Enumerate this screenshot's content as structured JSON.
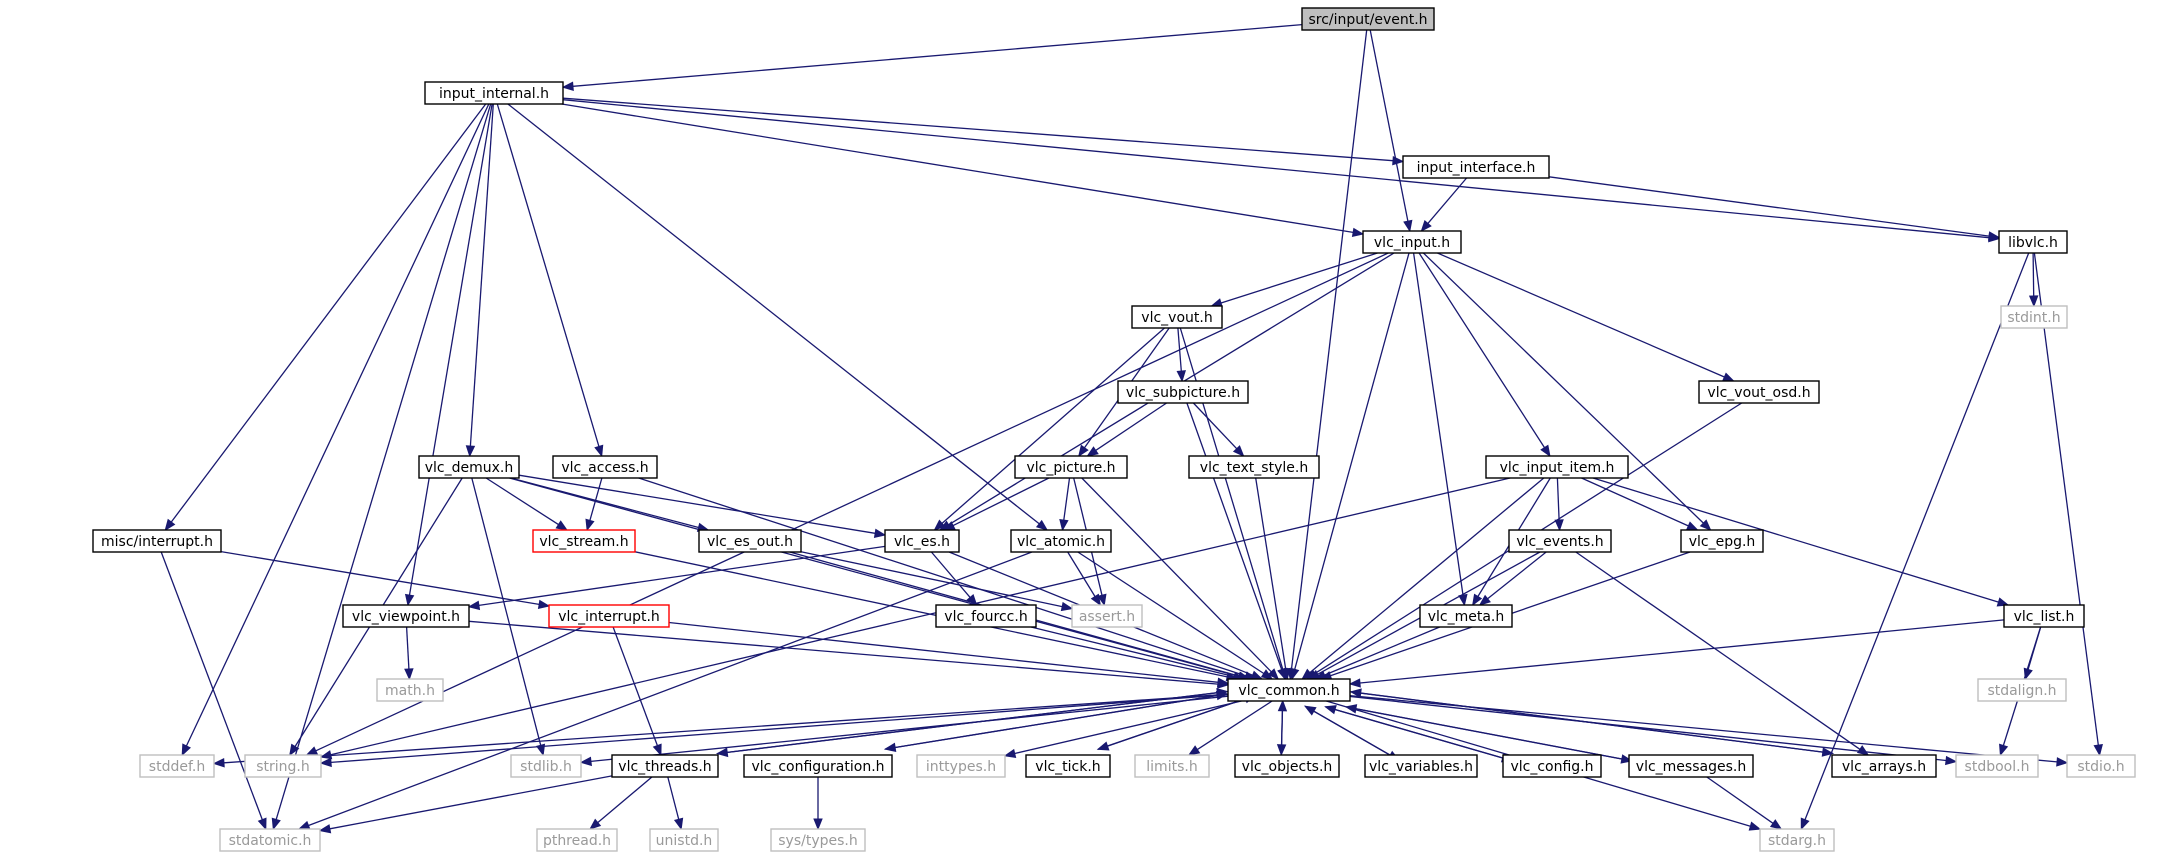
{
  "diagram": {
    "nodes": [
      {
        "id": "event",
        "label": "src/input/event.h",
        "style": "root"
      },
      {
        "id": "input_internal",
        "label": "input_internal.h",
        "style": "normal"
      },
      {
        "id": "input_interface",
        "label": "input_interface.h",
        "style": "normal"
      },
      {
        "id": "vlc_input",
        "label": "vlc_input.h",
        "style": "normal"
      },
      {
        "id": "libvlc",
        "label": "libvlc.h",
        "style": "normal"
      },
      {
        "id": "stdint",
        "label": "stdint.h",
        "style": "missing"
      },
      {
        "id": "vlc_vout",
        "label": "vlc_vout.h",
        "style": "normal"
      },
      {
        "id": "vlc_subpicture",
        "label": "vlc_subpicture.h",
        "style": "normal"
      },
      {
        "id": "vlc_vout_osd",
        "label": "vlc_vout_osd.h",
        "style": "normal"
      },
      {
        "id": "vlc_demux",
        "label": "vlc_demux.h",
        "style": "normal"
      },
      {
        "id": "vlc_access",
        "label": "vlc_access.h",
        "style": "normal"
      },
      {
        "id": "vlc_picture",
        "label": "vlc_picture.h",
        "style": "normal"
      },
      {
        "id": "vlc_text_style",
        "label": "vlc_text_style.h",
        "style": "normal"
      },
      {
        "id": "vlc_input_item",
        "label": "vlc_input_item.h",
        "style": "normal"
      },
      {
        "id": "misc_interrupt",
        "label": "misc/interrupt.h",
        "style": "normal"
      },
      {
        "id": "vlc_stream",
        "label": "vlc_stream.h",
        "style": "truncated"
      },
      {
        "id": "vlc_es_out",
        "label": "vlc_es_out.h",
        "style": "normal"
      },
      {
        "id": "vlc_es",
        "label": "vlc_es.h",
        "style": "normal"
      },
      {
        "id": "vlc_atomic",
        "label": "vlc_atomic.h",
        "style": "normal"
      },
      {
        "id": "vlc_events",
        "label": "vlc_events.h",
        "style": "normal"
      },
      {
        "id": "vlc_epg",
        "label": "vlc_epg.h",
        "style": "normal"
      },
      {
        "id": "vlc_viewpoint",
        "label": "vlc_viewpoint.h",
        "style": "normal"
      },
      {
        "id": "vlc_interrupt",
        "label": "vlc_interrupt.h",
        "style": "truncated"
      },
      {
        "id": "vlc_fourcc",
        "label": "vlc_fourcc.h",
        "style": "normal"
      },
      {
        "id": "assert",
        "label": "assert.h",
        "style": "missing"
      },
      {
        "id": "vlc_meta",
        "label": "vlc_meta.h",
        "style": "normal"
      },
      {
        "id": "vlc_list",
        "label": "vlc_list.h",
        "style": "normal"
      },
      {
        "id": "math",
        "label": "math.h",
        "style": "missing"
      },
      {
        "id": "stdalign",
        "label": "stdalign.h",
        "style": "missing"
      },
      {
        "id": "vlc_common",
        "label": "vlc_common.h",
        "style": "normal"
      },
      {
        "id": "stddef",
        "label": "stddef.h",
        "style": "missing"
      },
      {
        "id": "string",
        "label": "string.h",
        "style": "missing"
      },
      {
        "id": "stdlib",
        "label": "stdlib.h",
        "style": "missing"
      },
      {
        "id": "vlc_threads",
        "label": "vlc_threads.h",
        "style": "normal"
      },
      {
        "id": "vlc_configuration",
        "label": "vlc_configuration.h",
        "style": "normal"
      },
      {
        "id": "inttypes",
        "label": "inttypes.h",
        "style": "missing"
      },
      {
        "id": "vlc_tick",
        "label": "vlc_tick.h",
        "style": "normal"
      },
      {
        "id": "limits",
        "label": "limits.h",
        "style": "missing"
      },
      {
        "id": "vlc_objects",
        "label": "vlc_objects.h",
        "style": "normal"
      },
      {
        "id": "vlc_variables",
        "label": "vlc_variables.h",
        "style": "normal"
      },
      {
        "id": "vlc_config",
        "label": "vlc_config.h",
        "style": "normal"
      },
      {
        "id": "vlc_messages",
        "label": "vlc_messages.h",
        "style": "normal"
      },
      {
        "id": "vlc_arrays",
        "label": "vlc_arrays.h",
        "style": "normal"
      },
      {
        "id": "stdbool",
        "label": "stdbool.h",
        "style": "missing"
      },
      {
        "id": "stdio",
        "label": "stdio.h",
        "style": "missing"
      },
      {
        "id": "stdatomic",
        "label": "stdatomic.h",
        "style": "missing"
      },
      {
        "id": "pthread",
        "label": "pthread.h",
        "style": "missing"
      },
      {
        "id": "unistd",
        "label": "unistd.h",
        "style": "missing"
      },
      {
        "id": "sys_types",
        "label": "sys/types.h",
        "style": "missing"
      },
      {
        "id": "stdarg",
        "label": "stdarg.h",
        "style": "missing"
      }
    ],
    "edges": [
      [
        "event",
        "input_internal"
      ],
      [
        "event",
        "vlc_input"
      ],
      [
        "event",
        "vlc_common"
      ],
      [
        "input_internal",
        "input_interface"
      ],
      [
        "input_internal",
        "vlc_input"
      ],
      [
        "input_internal",
        "libvlc"
      ],
      [
        "input_internal",
        "vlc_demux"
      ],
      [
        "input_internal",
        "vlc_access"
      ],
      [
        "input_internal",
        "misc_interrupt"
      ],
      [
        "input_internal",
        "vlc_viewpoint"
      ],
      [
        "input_internal",
        "vlc_atomic"
      ],
      [
        "input_internal",
        "stddef"
      ],
      [
        "input_internal",
        "stdatomic"
      ],
      [
        "input_interface",
        "vlc_input"
      ],
      [
        "input_interface",
        "libvlc"
      ],
      [
        "libvlc",
        "stdint"
      ],
      [
        "libvlc",
        "stdio"
      ],
      [
        "libvlc",
        "stdarg"
      ],
      [
        "vlc_input",
        "vlc_vout"
      ],
      [
        "vlc_input",
        "vlc_vout_osd"
      ],
      [
        "vlc_input",
        "vlc_input_item"
      ],
      [
        "vlc_input",
        "vlc_es"
      ],
      [
        "vlc_input",
        "vlc_epg"
      ],
      [
        "vlc_input",
        "vlc_meta"
      ],
      [
        "vlc_input",
        "string"
      ],
      [
        "vlc_input",
        "vlc_common"
      ],
      [
        "vlc_vout",
        "vlc_subpicture"
      ],
      [
        "vlc_vout",
        "vlc_picture"
      ],
      [
        "vlc_vout",
        "vlc_es"
      ],
      [
        "vlc_vout",
        "vlc_common"
      ],
      [
        "vlc_subpicture",
        "vlc_picture"
      ],
      [
        "vlc_subpicture",
        "vlc_text_style"
      ],
      [
        "vlc_subpicture",
        "vlc_common"
      ],
      [
        "vlc_text_style",
        "vlc_common"
      ],
      [
        "vlc_vout_osd",
        "vlc_common"
      ],
      [
        "vlc_picture",
        "vlc_es"
      ],
      [
        "vlc_picture",
        "vlc_atomic"
      ],
      [
        "vlc_picture",
        "assert"
      ],
      [
        "vlc_picture",
        "vlc_common"
      ],
      [
        "vlc_demux",
        "vlc_stream"
      ],
      [
        "vlc_demux",
        "vlc_es_out"
      ],
      [
        "vlc_demux",
        "vlc_es"
      ],
      [
        "vlc_demux",
        "string"
      ],
      [
        "vlc_demux",
        "stdlib"
      ],
      [
        "vlc_demux",
        "vlc_common"
      ],
      [
        "vlc_access",
        "vlc_stream"
      ],
      [
        "vlc_access",
        "vlc_common"
      ],
      [
        "misc_interrupt",
        "vlc_interrupt"
      ],
      [
        "misc_interrupt",
        "stdatomic"
      ],
      [
        "vlc_stream",
        "vlc_common"
      ],
      [
        "vlc_es_out",
        "assert"
      ],
      [
        "vlc_es_out",
        "vlc_common"
      ],
      [
        "vlc_es",
        "vlc_fourcc"
      ],
      [
        "vlc_es",
        "vlc_viewpoint"
      ],
      [
        "vlc_es",
        "vlc_common"
      ],
      [
        "vlc_atomic",
        "assert"
      ],
      [
        "vlc_atomic",
        "stdatomic"
      ],
      [
        "vlc_atomic",
        "vlc_common"
      ],
      [
        "vlc_input_item",
        "vlc_meta"
      ],
      [
        "vlc_input_item",
        "vlc_epg"
      ],
      [
        "vlc_input_item",
        "vlc_events"
      ],
      [
        "vlc_input_item",
        "vlc_list"
      ],
      [
        "vlc_input_item",
        "string"
      ],
      [
        "vlc_input_item",
        "vlc_common"
      ],
      [
        "vlc_events",
        "vlc_meta"
      ],
      [
        "vlc_events",
        "vlc_arrays"
      ],
      [
        "vlc_events",
        "vlc_common"
      ],
      [
        "vlc_epg",
        "vlc_common"
      ],
      [
        "vlc_meta",
        "vlc_common"
      ],
      [
        "vlc_list",
        "stdalign"
      ],
      [
        "vlc_list",
        "stdbool"
      ],
      [
        "vlc_list",
        "vlc_common"
      ],
      [
        "vlc_viewpoint",
        "math"
      ],
      [
        "vlc_viewpoint",
        "vlc_common"
      ],
      [
        "vlc_interrupt",
        "vlc_threads"
      ],
      [
        "vlc_interrupt",
        "vlc_common"
      ],
      [
        "vlc_fourcc",
        "vlc_common"
      ],
      [
        "vlc_common",
        "stddef"
      ],
      [
        "vlc_common",
        "string"
      ],
      [
        "vlc_common",
        "stdlib"
      ],
      [
        "vlc_common",
        "vlc_threads"
      ],
      [
        "vlc_common",
        "vlc_configuration"
      ],
      [
        "vlc_common",
        "inttypes"
      ],
      [
        "vlc_common",
        "vlc_tick"
      ],
      [
        "vlc_common",
        "limits"
      ],
      [
        "vlc_common",
        "vlc_objects"
      ],
      [
        "vlc_common",
        "vlc_variables"
      ],
      [
        "vlc_common",
        "vlc_config"
      ],
      [
        "vlc_common",
        "vlc_messages"
      ],
      [
        "vlc_common",
        "vlc_arrays"
      ],
      [
        "vlc_common",
        "stdbool"
      ],
      [
        "vlc_common",
        "stdio"
      ],
      [
        "vlc_common",
        "stdarg"
      ],
      [
        "vlc_threads",
        "vlc_common"
      ],
      [
        "vlc_threads",
        "stdatomic"
      ],
      [
        "vlc_threads",
        "pthread"
      ],
      [
        "vlc_threads",
        "unistd"
      ],
      [
        "vlc_configuration",
        "vlc_common"
      ],
      [
        "vlc_configuration",
        "sys_types"
      ],
      [
        "vlc_tick",
        "vlc_common"
      ],
      [
        "vlc_objects",
        "vlc_common"
      ],
      [
        "vlc_variables",
        "vlc_common"
      ],
      [
        "vlc_config",
        "vlc_common"
      ],
      [
        "vlc_messages",
        "vlc_common"
      ],
      [
        "vlc_messages",
        "stdarg"
      ],
      [
        "vlc_arrays",
        "vlc_common"
      ]
    ]
  }
}
